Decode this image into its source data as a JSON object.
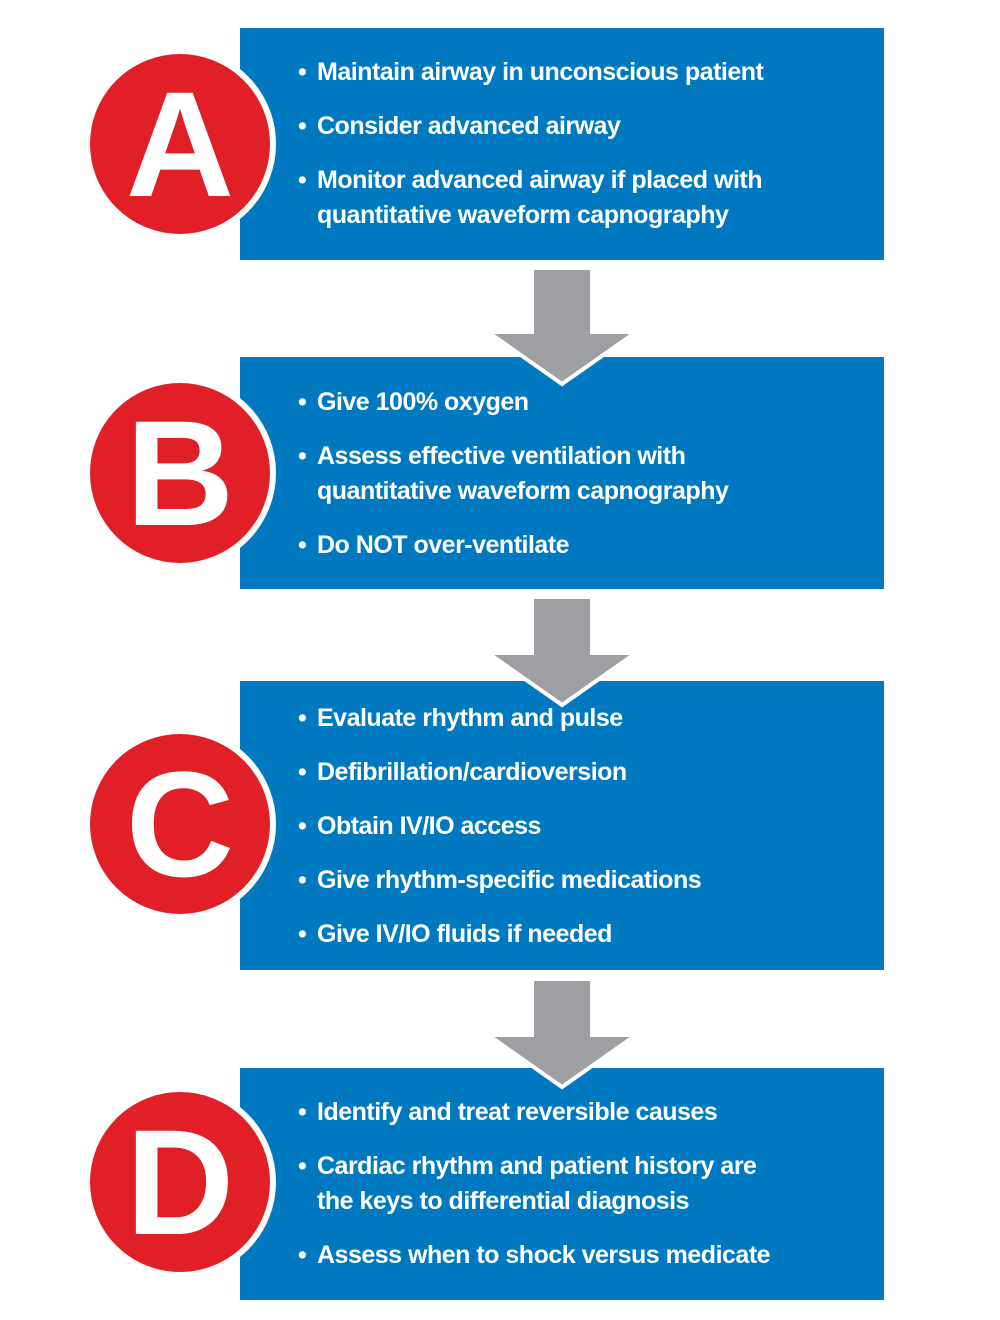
{
  "colors": {
    "box": "#0079c1",
    "circle": "#e01f26",
    "arrow": "#9d9fa2"
  },
  "steps": [
    {
      "letter": "A",
      "items": [
        [
          "Maintain airway in unconscious patient"
        ],
        [
          "Consider advanced airway"
        ],
        [
          "Monitor advanced airway if placed with",
          "quantitative waveform capnography"
        ]
      ]
    },
    {
      "letter": "B",
      "items": [
        [
          "Give 100% oxygen"
        ],
        [
          "Assess effective ventilation with",
          "quantitative waveform capnography"
        ],
        [
          "Do NOT over-ventilate"
        ]
      ]
    },
    {
      "letter": "C",
      "items": [
        [
          "Evaluate rhythm and pulse"
        ],
        [
          "Defibrillation/cardioversion"
        ],
        [
          "Obtain IV/IO access"
        ],
        [
          "Give rhythm-specific medications"
        ],
        [
          "Give IV/IO fluids if needed"
        ]
      ]
    },
    {
      "letter": "D",
      "items": [
        [
          "Identify and treat reversible causes"
        ],
        [
          "Cardiac rhythm and patient history are",
          "the keys to differential diagnosis"
        ],
        [
          "Assess when to shock versus medicate"
        ]
      ]
    }
  ]
}
